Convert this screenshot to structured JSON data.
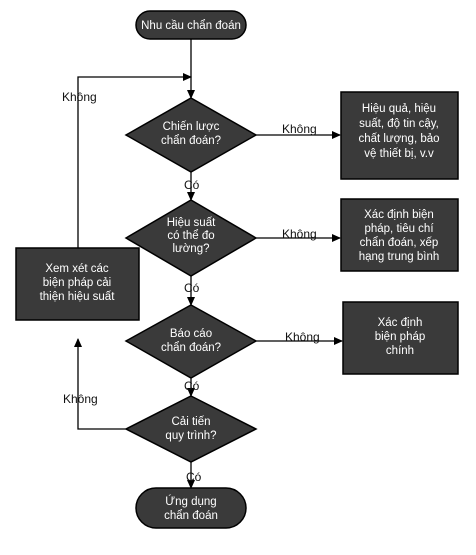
{
  "colors": {
    "node_fill": "#3a3a3a",
    "node_text": "#ffffff",
    "line": "#000000",
    "label": "#111111"
  },
  "nodes": {
    "start": [
      "Nhu cầu chẩn đoán"
    ],
    "decision_strategy": [
      "Chiến lược",
      "chẩn đoán?"
    ],
    "decision_measurable": [
      "Hiệu suất",
      "có thể đo",
      "lường?"
    ],
    "decision_report": [
      "Báo cáo",
      "chẩn đoán?"
    ],
    "decision_process": [
      "Cải tiến",
      "quy trình?"
    ],
    "end": [
      "Ứng dụng",
      "chẩn đoán"
    ],
    "box_effectiveness": [
      "Hiệu quả, hiệu",
      "suất, độ tin cậy,",
      "chất lượng, bảo",
      "vệ thiết bị, v.v"
    ],
    "box_measures": [
      "Xác định biện",
      "pháp, tiêu chí",
      "chẩn đoán, xếp",
      "hạng trung bình"
    ],
    "box_basic": [
      "Xác định",
      "biện pháp",
      "chính"
    ],
    "box_review": [
      "Xem xét các",
      "biện pháp cải",
      "thiện hiệu suất"
    ]
  },
  "labels": {
    "no": "Không",
    "yes": "Có"
  }
}
